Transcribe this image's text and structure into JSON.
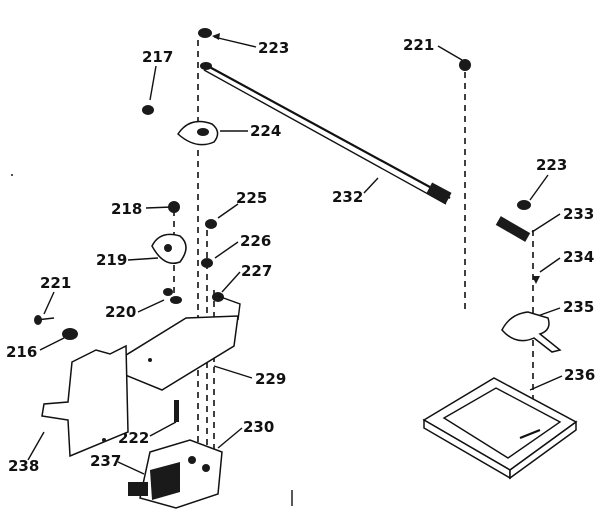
{
  "diagram": {
    "callouts": [
      {
        "id": "c223a",
        "text": "223"
      },
      {
        "id": "c217",
        "text": "217"
      },
      {
        "id": "c224",
        "text": "224"
      },
      {
        "id": "c221a",
        "text": "221"
      },
      {
        "id": "c232",
        "text": "232"
      },
      {
        "id": "c223b",
        "text": "223"
      },
      {
        "id": "c218",
        "text": "218"
      },
      {
        "id": "c225",
        "text": "225"
      },
      {
        "id": "c233",
        "text": "233"
      },
      {
        "id": "c219",
        "text": "219"
      },
      {
        "id": "c226",
        "text": "226"
      },
      {
        "id": "c234",
        "text": "234"
      },
      {
        "id": "c221b",
        "text": "221"
      },
      {
        "id": "c227",
        "text": "227"
      },
      {
        "id": "c235",
        "text": "235"
      },
      {
        "id": "c220",
        "text": "220"
      },
      {
        "id": "c216",
        "text": "216"
      },
      {
        "id": "c229",
        "text": "229"
      },
      {
        "id": "c236",
        "text": "236"
      },
      {
        "id": "c222",
        "text": "222"
      },
      {
        "id": "c230",
        "text": "230"
      },
      {
        "id": "c238",
        "text": "238"
      },
      {
        "id": "c237",
        "text": "237"
      }
    ]
  }
}
